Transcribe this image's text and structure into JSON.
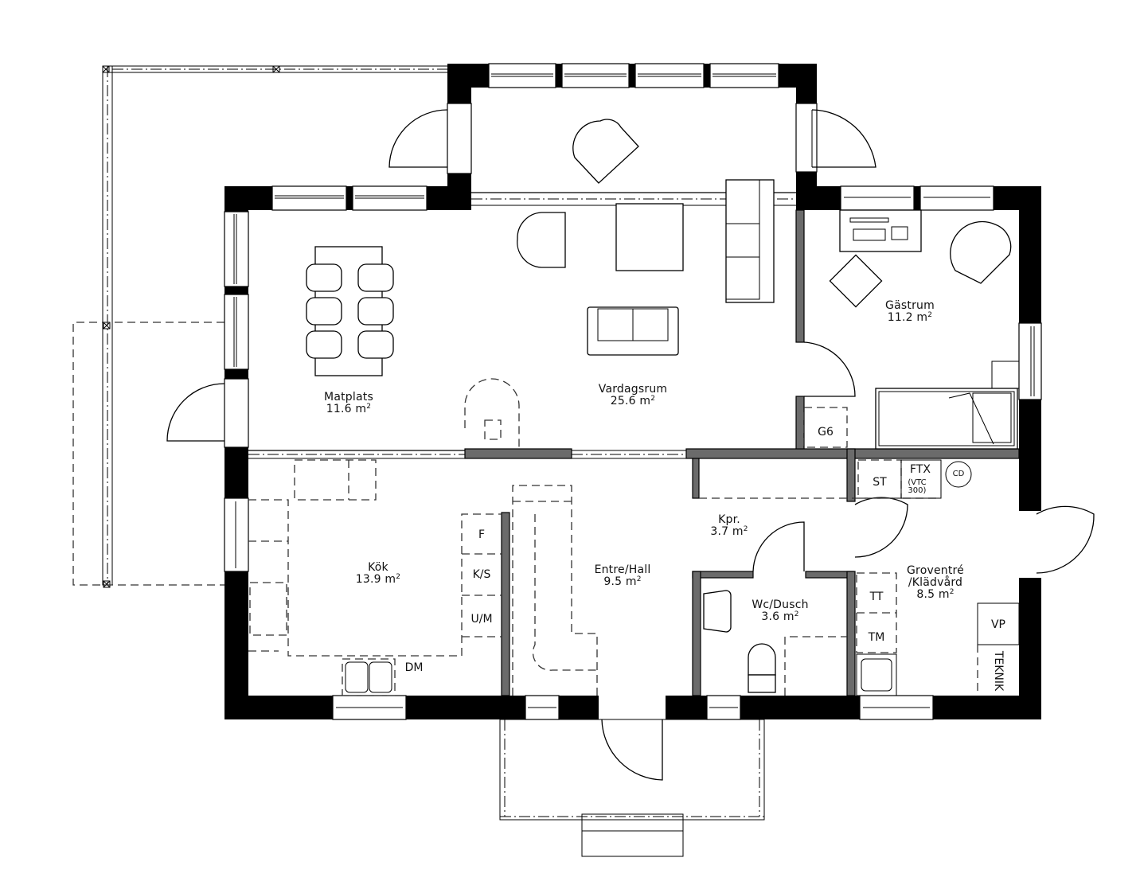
{
  "plan": {
    "type": "floor-plan",
    "units": "m2",
    "colors": {
      "wall": "#000000",
      "interior_wall": "#6b6b6b",
      "background": "#ffffff"
    }
  },
  "rooms": [
    {
      "id": "matplats",
      "name": "Matplats",
      "area": "11.6 m",
      "sup": "2"
    },
    {
      "id": "vardagsrum",
      "name": "Vardagsrum",
      "area": "25.6 m",
      "sup": "2"
    },
    {
      "id": "gastrum",
      "name": "Gästrum",
      "area": "11.2 m",
      "sup": "2"
    },
    {
      "id": "kok",
      "name": "Kök",
      "area": "13.9 m",
      "sup": "2"
    },
    {
      "id": "entre",
      "name": "Entre/Hall",
      "area": "9.5 m",
      "sup": "2"
    },
    {
      "id": "kpr",
      "name": "Kpr.",
      "area": "3.7 m",
      "sup": "2"
    },
    {
      "id": "wc",
      "name": "Wc/Dusch",
      "area": "3.6 m",
      "sup": "2"
    },
    {
      "id": "groventre",
      "name": "Groventré",
      "name2": "/Klädvård",
      "area": "8.5 m",
      "sup": "2"
    }
  ],
  "fixtures": {
    "g6": "G6",
    "st": "ST",
    "ftx": "FTX",
    "ftx_sub1": "(VTC",
    "ftx_sub2": "300)",
    "cd": "CD",
    "tt": "TT",
    "tm": "TM",
    "vp": "VP",
    "teknik": "TEKNIK",
    "f": "F",
    "ks": "K/S",
    "um": "U/M",
    "dm": "DM"
  }
}
